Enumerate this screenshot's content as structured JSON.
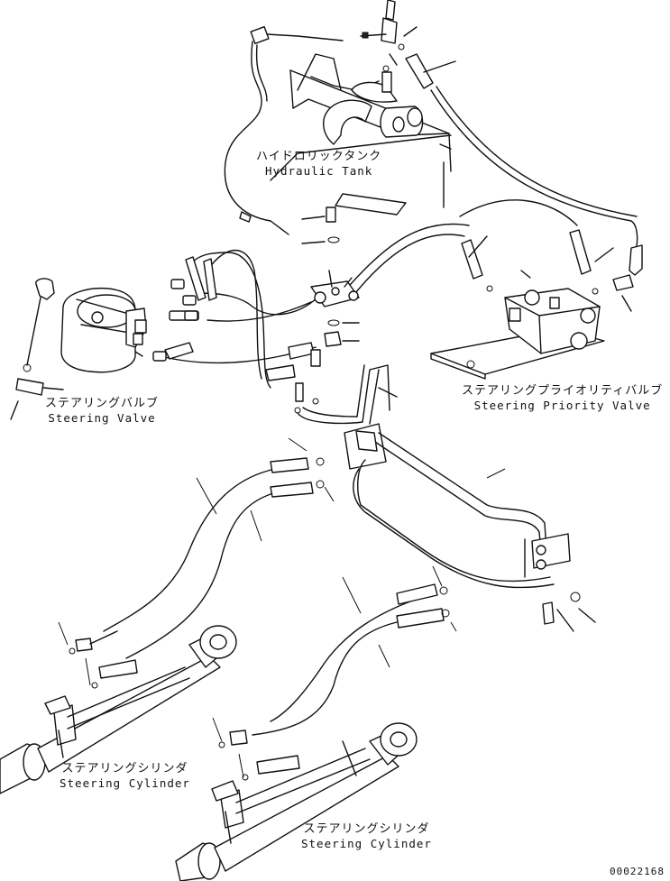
{
  "labels": {
    "hydraulic_tank": {
      "ja": "ハイドロリックタンク",
      "en": "Hydraulic Tank"
    },
    "steering_valve": {
      "ja": "ステアリングバルブ",
      "en": "Steering Valve"
    },
    "priority_valve": {
      "ja": "ステアリングプライオリティバルブ",
      "en": "Steering Priority Valve"
    },
    "steering_cylinder_left": {
      "ja": "ステアリングシリンダ",
      "en": "Steering Cylinder"
    },
    "steering_cylinder_right": {
      "ja": "ステアリングシリンダ",
      "en": "Steering Cylinder"
    }
  },
  "drawing_code": "00022168"
}
